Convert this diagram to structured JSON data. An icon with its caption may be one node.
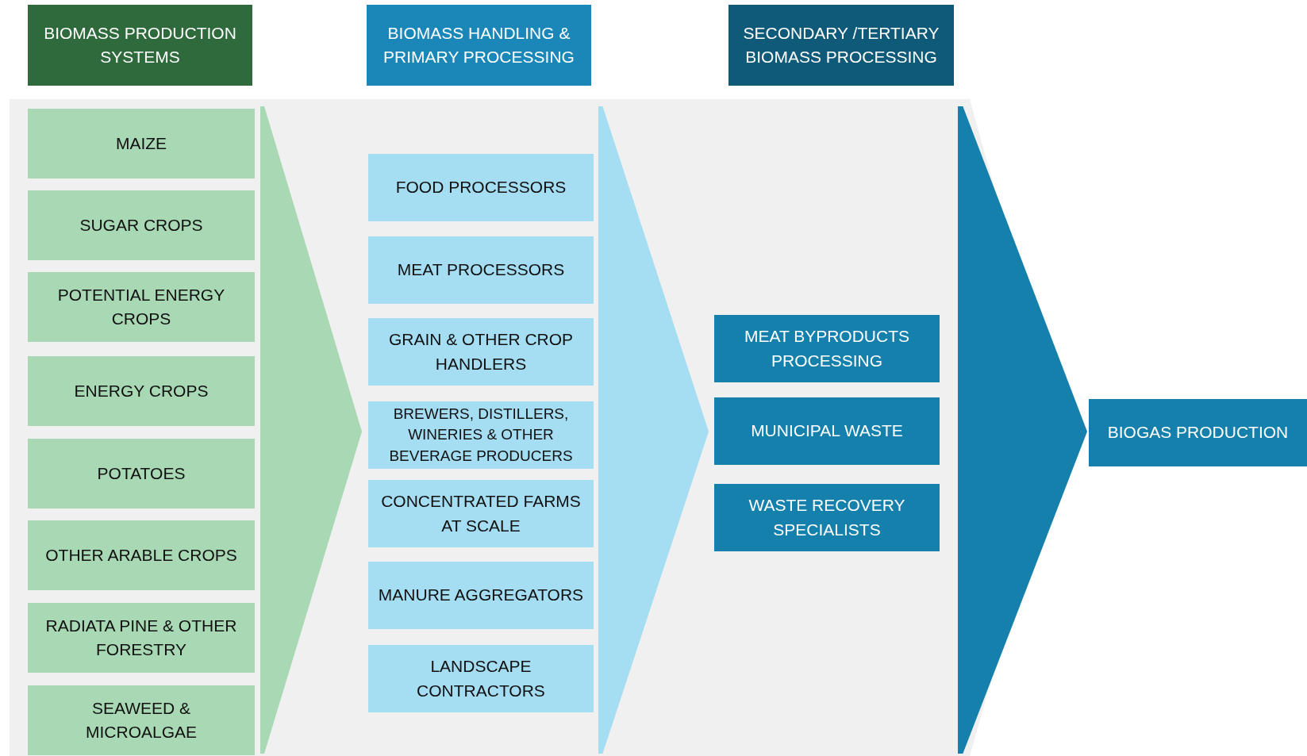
{
  "diagram": {
    "nodes": [
      {
        "text": [
          "BIOMASS PRODUCTION SYSTEMS"
        ]
      },
      {
        "text": [
          "MAIZE"
        ],
        "in": 0
      },
      {
        "text": [
          "SUGAR CROPS"
        ],
        "in": 0
      },
      {
        "text": [
          "POTENTIAL ENERGY CROPS"
        ],
        "in": 0
      },
      {
        "text": [
          "ENERGY CROPS"
        ],
        "in": 0
      },
      {
        "text": [
          "POTATOES"
        ],
        "in": 0
      },
      {
        "text": [
          "OTHER ARABLE CROPS"
        ],
        "in": 0
      },
      {
        "text": [
          "RADIATA PINE & OTHER FORESTRY"
        ],
        "in": 0
      },
      {
        "text": [
          "SEAWEED & MICROALGAE"
        ],
        "in": 0
      },
      {
        "text": [
          "BIOMASS HANDLING & PRIMARY PROCESSING"
        ]
      },
      {
        "text": [
          "FOOD PROCESSORS"
        ],
        "in": 9
      },
      {
        "text": [
          "MEAT PROCESSORS"
        ],
        "in": 9
      },
      {
        "text": [
          "GRAIN & OTHER CROP HANDLERS"
        ],
        "in": 9
      },
      {
        "text": [
          "BREWERS, DISTILLERS, WINERIES & OTHER BEVERAGE PRODUCERS"
        ],
        "in": 9
      },
      {
        "text": [
          "CONCENTRATED FARMS AT SCALE"
        ],
        "in": 9
      },
      {
        "text": [
          "MANURE AGGREGATORS"
        ],
        "in": 9
      },
      {
        "text": [
          "LANDSCAPE CONTRACTORS"
        ],
        "in": 9
      },
      {
        "text": [
          "SECONDARY /TERTIARY BIOMASS PROCESSING"
        ]
      },
      {
        "text": [
          "MEAT BYPRODUCTS PROCESSING"
        ],
        "in": 17
      },
      {
        "text": [
          "MUNICIPAL WASTE"
        ],
        "in": 17
      },
      {
        "text": [
          "WASTE RECOVERY SPECIALISTS"
        ],
        "in": 17
      },
      {
        "text": [
          "BIOGAS PRODUCTION"
        ]
      }
    ],
    "edges": [
      {
        "from": 0,
        "to": 9,
        "arrow": "to",
        "style": "thick",
        "color": "#a8d8b4"
      },
      {
        "from": 9,
        "to": 17,
        "arrow": "to",
        "style": "thick",
        "color": "#a5ddf2"
      },
      {
        "from": 17,
        "to": 21,
        "arrow": "to",
        "style": "thick",
        "color": "#1580ac"
      }
    ]
  }
}
